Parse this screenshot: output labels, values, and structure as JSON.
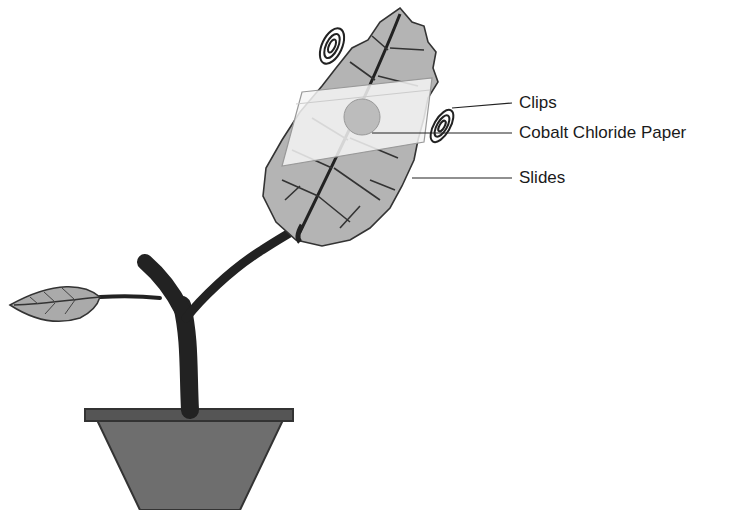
{
  "diagram": {
    "labels": [
      "Clips",
      "Cobalt Chloride Paper",
      "Slides"
    ]
  }
}
